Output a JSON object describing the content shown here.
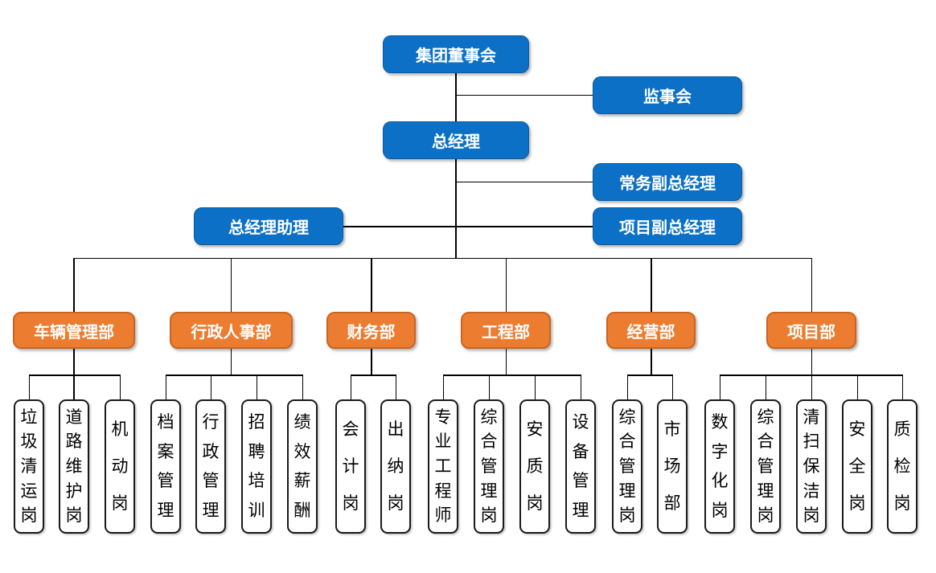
{
  "colors": {
    "node-blue": "#0C71C6",
    "node-blue-border": "#0A5AA0",
    "node-orange": "#EC7C30",
    "node-orange-border": "#C96520",
    "post-bg": "#FFFFFF",
    "post-border": "#1A1A1A",
    "line": "#000000",
    "box-text": "#FFFFFF",
    "post-text": "#000000"
  },
  "executive": {
    "board": "集团董事会",
    "supervisory": "监事会",
    "gm": "总经理",
    "executive_deputy_gm": "常务副总经理",
    "gm_assistant": "总经理助理",
    "project_deputy_gm": "项目副总经理"
  },
  "departments": [
    {
      "label": "车辆管理部",
      "posts": [
        "垃圾清运岗",
        "道路维护岗",
        "机动岗"
      ]
    },
    {
      "label": "行政人事部",
      "posts": [
        "档案管理",
        "行政管理",
        "招聘培训",
        "绩效薪酬"
      ]
    },
    {
      "label": "财务部",
      "posts": [
        "会计岗",
        "出纳岗"
      ]
    },
    {
      "label": "工程部",
      "posts": [
        "专业工程师",
        "综合管理岗",
        "安质岗",
        "设备管理"
      ]
    },
    {
      "label": "经营部",
      "posts": [
        "综合管理岗",
        "市场部"
      ]
    },
    {
      "label": "项目部",
      "posts": [
        "数字化岗",
        "综合管理岗",
        "清扫保洁岗",
        "安全岗",
        "质检岗"
      ]
    }
  ]
}
